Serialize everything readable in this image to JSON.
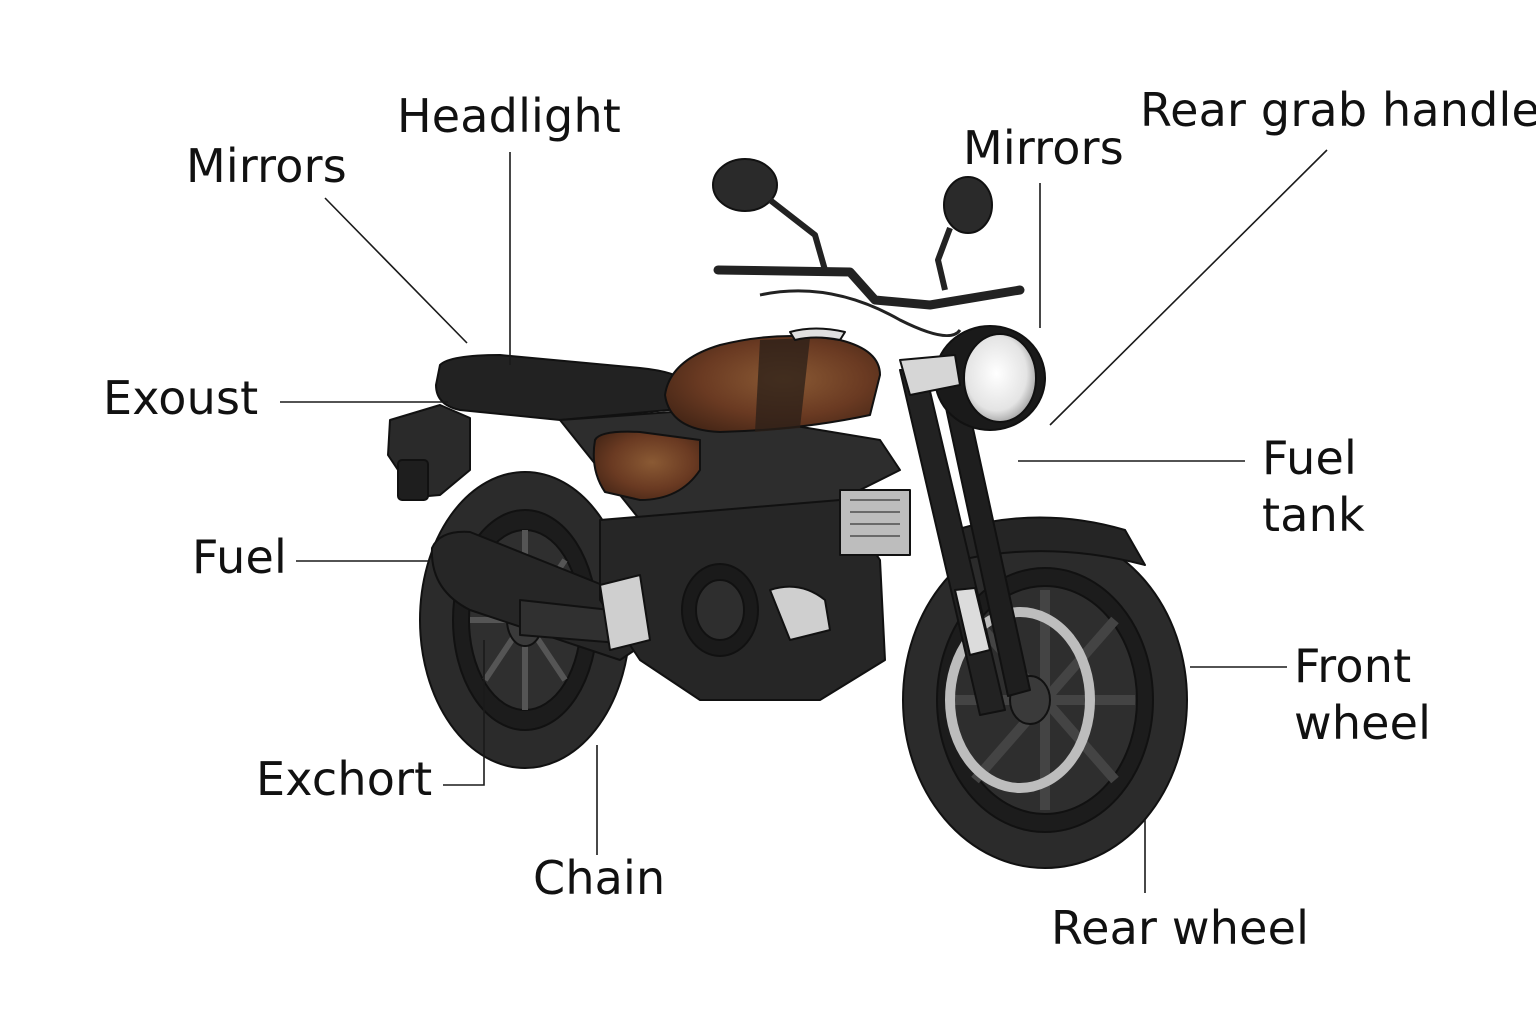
{
  "labels": {
    "mirrors_left": "Mirrors",
    "headlight": "Headlight",
    "mirrors_right": "Mirrors",
    "rear_grab_handle": "Rear grab handle",
    "exoust": "Exoust",
    "fuel_tank_line1": "Fuel",
    "fuel_tank_line2": "tank",
    "fuel": "Fuel",
    "front_wheel_line1": "Front",
    "front_wheel_line2": "wheel",
    "exchort": "Exchort",
    "chain": "Chain",
    "rear_wheel": "Rear wheel"
  },
  "colors": {
    "body": "#2b2b2b",
    "body_dark": "#1c1c1c",
    "outline": "#111111",
    "tank_brown": "#6a3a22",
    "tank_brown_light": "#8a5a34",
    "chrome": "#e6e6e6",
    "text": "#111111"
  }
}
